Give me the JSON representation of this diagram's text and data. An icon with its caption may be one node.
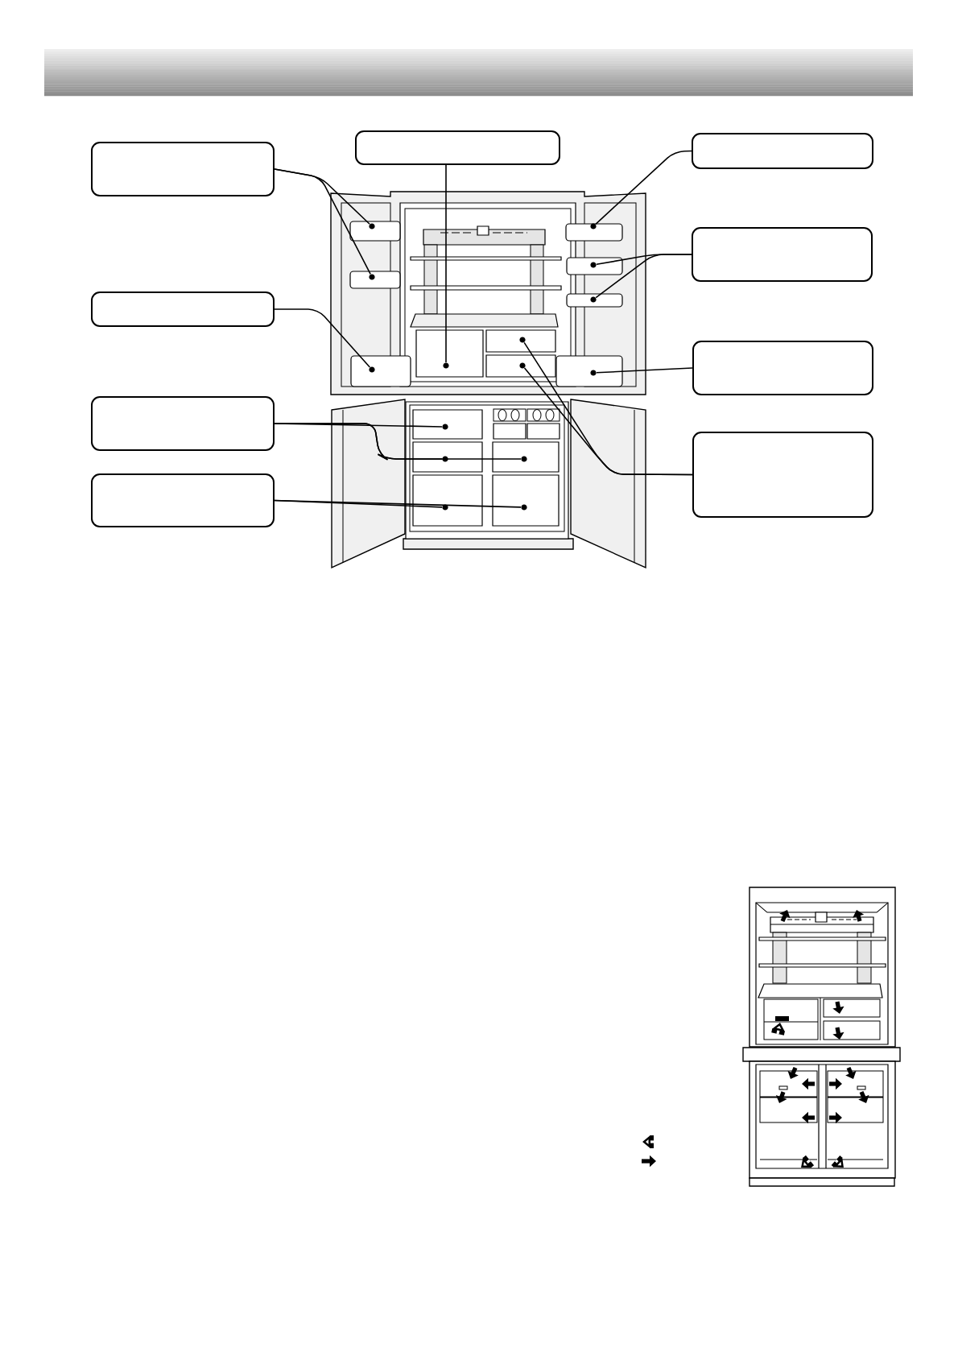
{
  "diagram": {
    "nodes": [
      {
        "text": [],
        "shape": "box"
      },
      {
        "text": [],
        "shape": "box"
      },
      {
        "text": [],
        "shape": "box"
      },
      {
        "text": [],
        "shape": "box"
      },
      {
        "text": [],
        "shape": "box"
      },
      {
        "text": [],
        "shape": "box"
      },
      {
        "text": [],
        "shape": "box"
      },
      {
        "text": [],
        "shape": "box"
      },
      {
        "text": [],
        "shape": "box"
      },
      {
        "text": [],
        "shape": "circle"
      },
      {
        "text": [],
        "shape": "circle"
      },
      {
        "text": [],
        "shape": "circle"
      },
      {
        "text": [],
        "shape": "circle"
      },
      {
        "text": [],
        "shape": "circle"
      },
      {
        "text": [],
        "shape": "circle"
      },
      {
        "text": [],
        "shape": "circle"
      },
      {
        "text": [],
        "shape": "circle"
      },
      {
        "text": [],
        "shape": "circle"
      },
      {
        "text": [],
        "shape": "circle"
      },
      {
        "text": [],
        "shape": "circle"
      },
      {
        "text": [],
        "shape": "circle"
      },
      {
        "text": [],
        "shape": "circle"
      },
      {
        "text": [],
        "shape": "circle"
      },
      {
        "text": [],
        "shape": "circle"
      }
    ],
    "edges": [
      {
        "from": 0,
        "to": 9,
        "arrow": "none"
      },
      {
        "from": 0,
        "to": 10,
        "arrow": "none"
      },
      {
        "from": 1,
        "to": 11,
        "arrow": "none"
      },
      {
        "from": 2,
        "to": 12,
        "arrow": "none"
      },
      {
        "from": 3,
        "to": 13,
        "arrow": "none"
      },
      {
        "from": 3,
        "to": 14,
        "arrow": "none"
      },
      {
        "from": 4,
        "to": 15,
        "arrow": "none"
      },
      {
        "from": 7,
        "to": 16,
        "arrow": "none"
      },
      {
        "from": 7,
        "to": 17,
        "arrow": "none"
      },
      {
        "from": 5,
        "to": 18,
        "arrow": "none"
      },
      {
        "from": 6,
        "to": 19,
        "arrow": "none"
      },
      {
        "from": 6,
        "to": 20,
        "arrow": "none"
      },
      {
        "from": 6,
        "to": 21,
        "arrow": "none"
      },
      {
        "from": 8,
        "to": 22,
        "arrow": "none"
      },
      {
        "from": 8,
        "to": 23,
        "arrow": "none"
      }
    ]
  }
}
